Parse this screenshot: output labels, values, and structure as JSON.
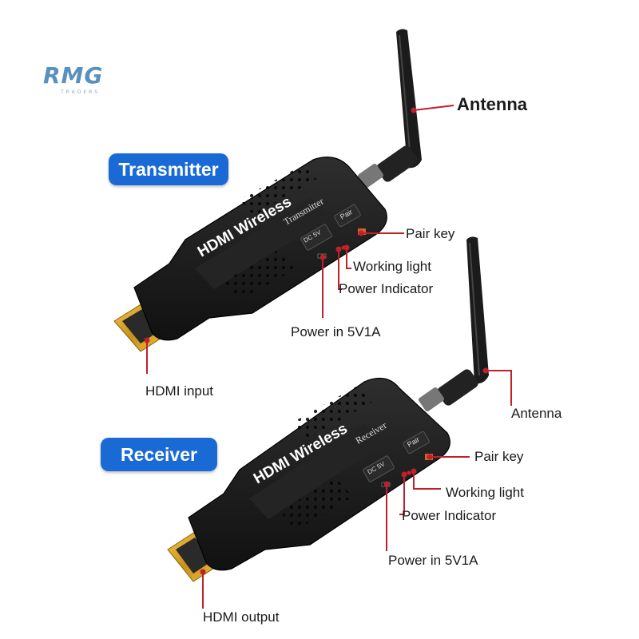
{
  "logo": {
    "text": "RMG",
    "subtext": "TRADERS"
  },
  "transmitter": {
    "badge": "Transmitter",
    "device_title": "HDMI Wireless",
    "device_subtitle": "Transmitter",
    "port_label": "DC 5V",
    "pair_label": "Pair",
    "callouts": {
      "antenna": "Antenna",
      "pair_key": "Pair key",
      "working_light": "Working light",
      "power_indicator": "Power Indicator",
      "power_in": "Power in 5V1A",
      "hdmi": "HDMI input"
    }
  },
  "receiver": {
    "badge": "Receiver",
    "device_title": "HDMI Wireless",
    "device_subtitle": "Receiver",
    "port_label": "DC 5V",
    "pair_label": "Pair",
    "callouts": {
      "antenna": "Antenna",
      "pair_key": "Pair key",
      "working_light": "Working light",
      "power_indicator": "Power Indicator",
      "power_in": "Power in 5V1A",
      "hdmi": "HDMI output"
    }
  },
  "colors": {
    "badge_blue": "#1a6ad6",
    "leader_red": "#c0202a",
    "device_black": "#1c1c1c",
    "connector_gold": "#d9a21c"
  }
}
